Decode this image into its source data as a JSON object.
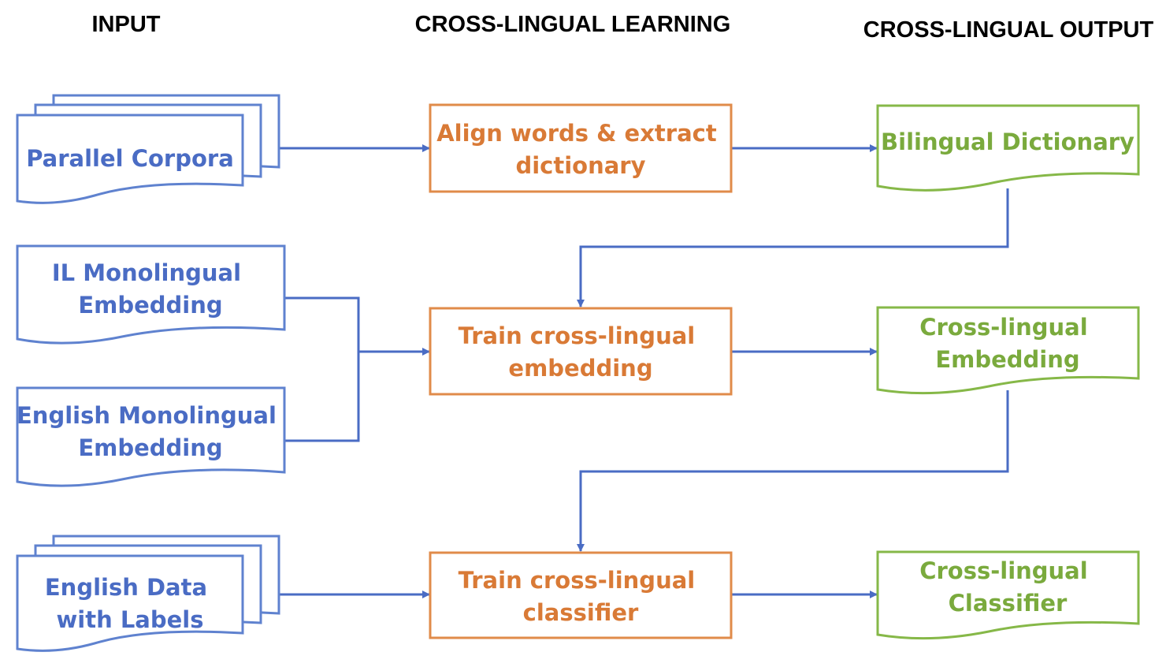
{
  "headings": {
    "input": "INPUT",
    "learning": "CROSS-LINGUAL LEARNING",
    "output": "CROSS-LINGUAL OUTPUT"
  },
  "colors": {
    "input": "#5f82cf",
    "input_text": "#4a6cc4",
    "learning": "#e08b4a",
    "learning_text": "#d97a36",
    "output": "#86b848",
    "output_text": "#7aaa3d",
    "connector": "#4a6cc4"
  },
  "input": {
    "parallel_corpora": [
      "Parallel Corpora"
    ],
    "il_embedding": [
      "IL Monolingual",
      "Embedding"
    ],
    "en_embedding": [
      "English Monolingual",
      "Embedding"
    ],
    "en_data": [
      "English Data",
      "with Labels"
    ]
  },
  "learning": {
    "align": [
      "Align words & extract",
      "dictionary"
    ],
    "train_embedding": [
      "Train cross-lingual",
      "embedding"
    ],
    "train_classifier": [
      "Train cross-lingual",
      "classifier"
    ]
  },
  "output": {
    "dictionary": [
      "Bilingual Dictionary"
    ],
    "embedding": [
      "Cross-lingual",
      "Embedding"
    ],
    "classifier": [
      "Cross-lingual",
      "Classifier"
    ]
  }
}
